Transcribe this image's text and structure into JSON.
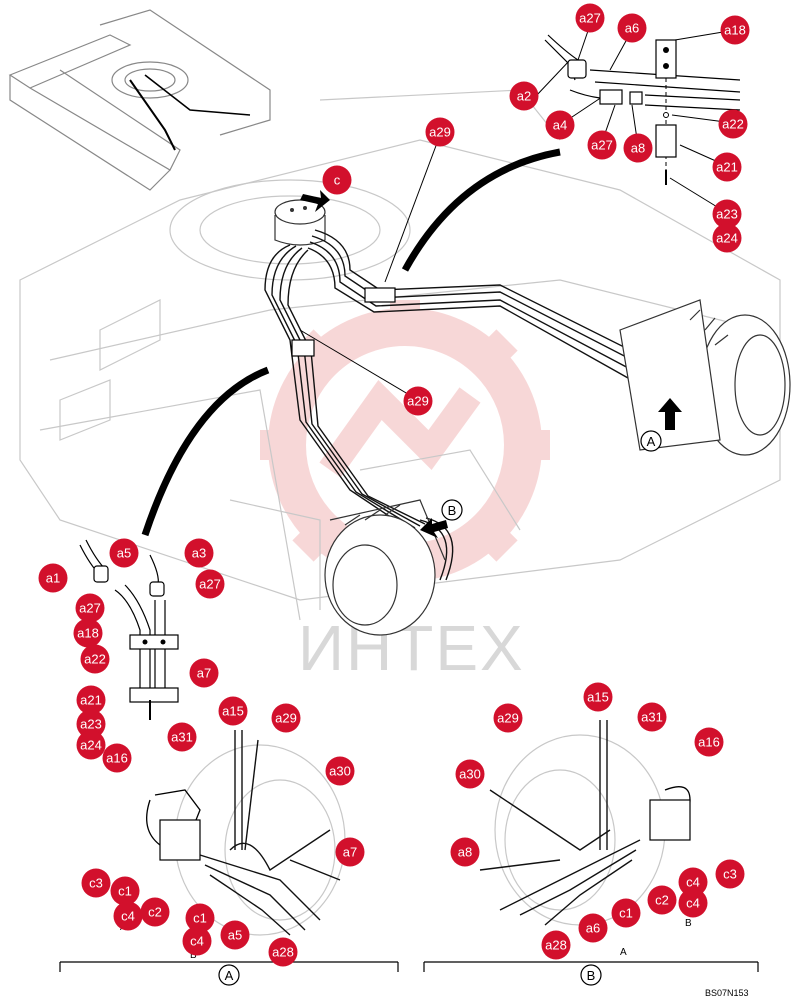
{
  "watermark": {
    "text": "ИНТЕХ",
    "color": "#f2b8b8"
  },
  "accent_color": "#d2102c",
  "view_markers": [
    {
      "id": "view-A-main",
      "label": "A"
    },
    {
      "id": "view-B-main",
      "label": "B"
    },
    {
      "id": "view-A-bottom",
      "label": "A"
    },
    {
      "id": "view-B-bottom",
      "label": "B"
    }
  ],
  "small_labels": [
    {
      "id": "small-a-left",
      "text": "A"
    },
    {
      "id": "small-b-left",
      "text": "B"
    },
    {
      "id": "small-a-right",
      "text": "A"
    },
    {
      "id": "small-b-right",
      "text": "B"
    }
  ],
  "figure_code": "BS07N153",
  "callouts": [
    {
      "id": "c-arrow",
      "text": "c"
    },
    {
      "id": "top-a27",
      "text": "a27"
    },
    {
      "id": "top-a6",
      "text": "a6"
    },
    {
      "id": "top-a18",
      "text": "a18"
    },
    {
      "id": "top-a2",
      "text": "a2"
    },
    {
      "id": "top-a4",
      "text": "a4"
    },
    {
      "id": "top-a27b",
      "text": "a27"
    },
    {
      "id": "top-a8",
      "text": "a8"
    },
    {
      "id": "top-a22",
      "text": "a22"
    },
    {
      "id": "top-a21",
      "text": "a21"
    },
    {
      "id": "top-a23",
      "text": "a23"
    },
    {
      "id": "top-a24",
      "text": "a24"
    },
    {
      "id": "main-a29-top",
      "text": "a29"
    },
    {
      "id": "main-a29-mid",
      "text": "a29"
    },
    {
      "id": "left-a1",
      "text": "a1"
    },
    {
      "id": "left-a5",
      "text": "a5"
    },
    {
      "id": "left-a3",
      "text": "a3"
    },
    {
      "id": "left-a27",
      "text": "a27"
    },
    {
      "id": "left-a27b",
      "text": "a27"
    },
    {
      "id": "left-a18",
      "text": "a18"
    },
    {
      "id": "left-a22",
      "text": "a22"
    },
    {
      "id": "left-a7",
      "text": "a7"
    },
    {
      "id": "left-a21",
      "text": "a21"
    },
    {
      "id": "left-a23",
      "text": "a23"
    },
    {
      "id": "left-a24",
      "text": "a24"
    },
    {
      "id": "va-a15",
      "text": "a15"
    },
    {
      "id": "va-a29",
      "text": "a29"
    },
    {
      "id": "va-a31",
      "text": "a31"
    },
    {
      "id": "va-a16",
      "text": "a16"
    },
    {
      "id": "va-a30",
      "text": "a30"
    },
    {
      "id": "va-a7",
      "text": "a7"
    },
    {
      "id": "va-c3",
      "text": "c3"
    },
    {
      "id": "va-c1",
      "text": "c1"
    },
    {
      "id": "va-c4",
      "text": "c4"
    },
    {
      "id": "va-c2",
      "text": "c2"
    },
    {
      "id": "va-c1b",
      "text": "c1"
    },
    {
      "id": "va-c4b",
      "text": "c4"
    },
    {
      "id": "va-a5",
      "text": "a5"
    },
    {
      "id": "va-a28",
      "text": "a28"
    },
    {
      "id": "vb-a29",
      "text": "a29"
    },
    {
      "id": "vb-a15",
      "text": "a15"
    },
    {
      "id": "vb-a31",
      "text": "a31"
    },
    {
      "id": "vb-a16",
      "text": "a16"
    },
    {
      "id": "vb-a30",
      "text": "a30"
    },
    {
      "id": "vb-a8",
      "text": "a8"
    },
    {
      "id": "vb-c3",
      "text": "c3"
    },
    {
      "id": "vb-c4",
      "text": "c4"
    },
    {
      "id": "vb-c2",
      "text": "c2"
    },
    {
      "id": "vb-c1",
      "text": "c1"
    },
    {
      "id": "vb-c4b",
      "text": "c4"
    },
    {
      "id": "vb-a6",
      "text": "a6"
    },
    {
      "id": "vb-a28",
      "text": "a28"
    }
  ]
}
